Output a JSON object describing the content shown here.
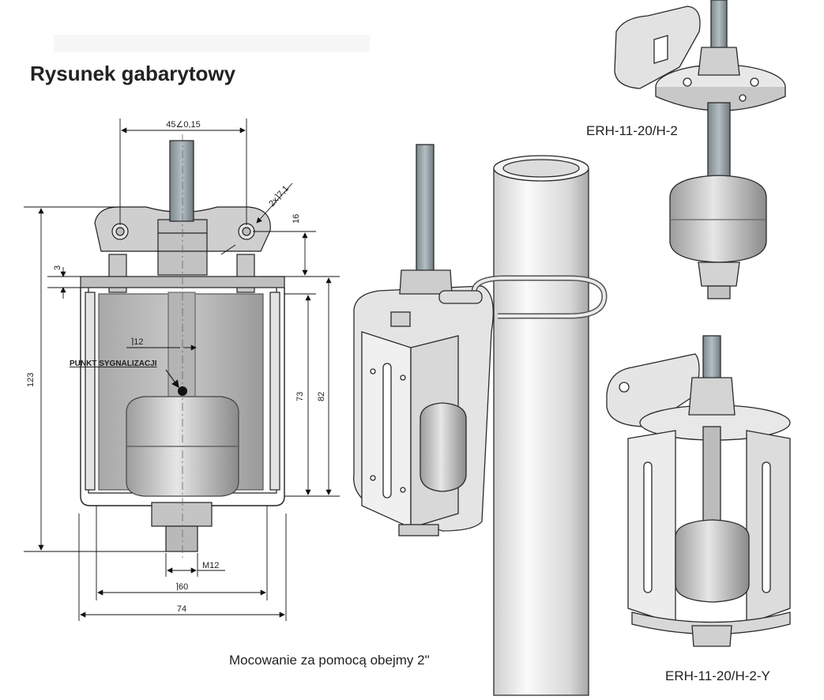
{
  "title": "Rysunek gabarytowy",
  "dimensions": {
    "top_hole_spacing": "45∠0,15",
    "hole_spec": "2x⌉7,1",
    "top_offset": "16",
    "plate_thickness": "3",
    "total_height": "123",
    "inner_height_a": "73",
    "inner_height_b": "82",
    "float_offset": "⌉12",
    "signal_point": "PUNKT SYGNALIZACJI",
    "thread": "M12",
    "inner_width": "⌉60",
    "outer_width": "74"
  },
  "captions": {
    "pipe_mount": "Mocowanie za pomocą obejmy 2\"",
    "model_top": "ERH-11-20/H-2",
    "model_bottom": "ERH-11-20/H-2-Y"
  },
  "colors": {
    "metal": "#d4d4d4",
    "metal_dark": "#9a9a9a",
    "outline": "#2a2a2a",
    "pipe_light": "#f2f2f2",
    "pipe_shadow": "#b8b8b8",
    "rod": "#8e9aa0"
  }
}
